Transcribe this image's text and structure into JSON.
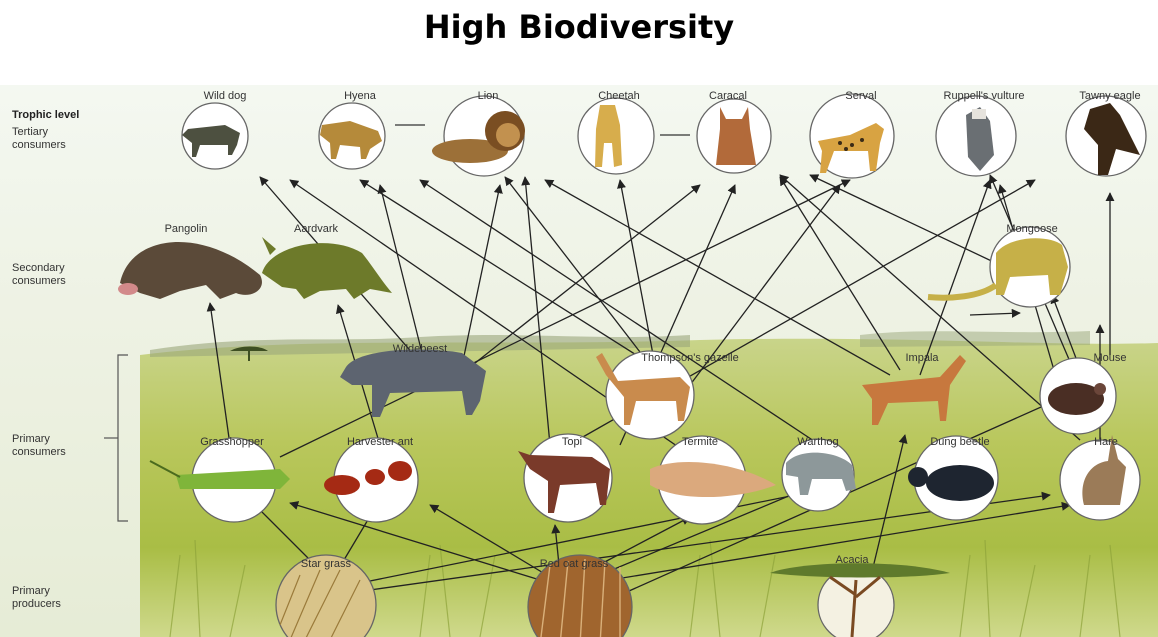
{
  "title": "High Biodiversity",
  "levels": {
    "heading": "Trophic level",
    "tertiary": "Tertiary consumers",
    "secondary": "Secondary consumers",
    "primary": "Primary consumers",
    "producers": "Primary producers"
  },
  "organisms": {
    "wild_dog": "Wild dog",
    "hyena": "Hyena",
    "lion": "Lion",
    "cheetah": "Cheetah",
    "caracal": "Caracal",
    "serval": "Serval",
    "ruppells_vulture": "Ruppell's vulture",
    "tawny_eagle": "Tawny eagle",
    "pangolin": "Pangolin",
    "aardvark": "Aardvark",
    "mongoose": "Mongoose",
    "wildebeest": "Wildebeest",
    "thompsons_gazelle": "Thompson's gazelle",
    "impala": "Impala",
    "mouse": "Mouse",
    "grasshopper": "Grasshopper",
    "harvester_ant": "Harvester ant",
    "topi": "Topi",
    "termite": "Termite",
    "warthog": "Warthog",
    "dung_beetle": "Dung beetle",
    "hare": "Hare",
    "star_grass": "Star grass",
    "red_oat_grass": "Red oat grass",
    "acacia": "Acacia"
  }
}
